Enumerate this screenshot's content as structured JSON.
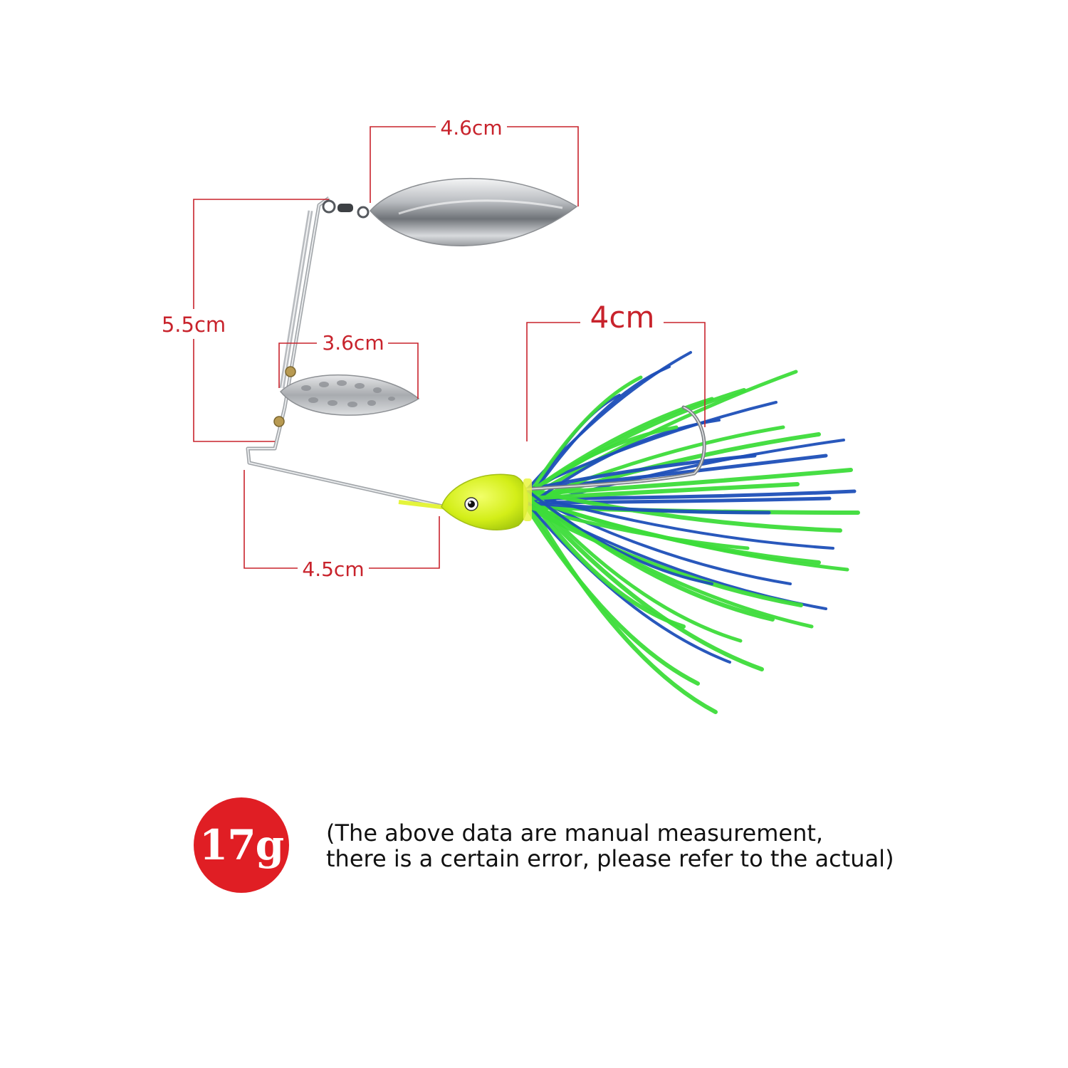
{
  "colors": {
    "dimension": "#c8232c",
    "badge": "#e01e24",
    "skirt_blue": "#1d4fb8",
    "skirt_green": "#3ddc3a",
    "head": "#d6f21e",
    "blade": "#c9ccd0"
  },
  "dimensions": {
    "willow_blade_width": "4.6cm",
    "arm_height": "5.5cm",
    "small_blade_width": "3.6cm",
    "skirt_width": "4cm",
    "lower_arm_length": "4.5cm"
  },
  "weight": {
    "label": "17g"
  },
  "note": {
    "line1": "(The above data are manual measurement,",
    "line2": "there is a certain error, please refer to the actual)"
  }
}
